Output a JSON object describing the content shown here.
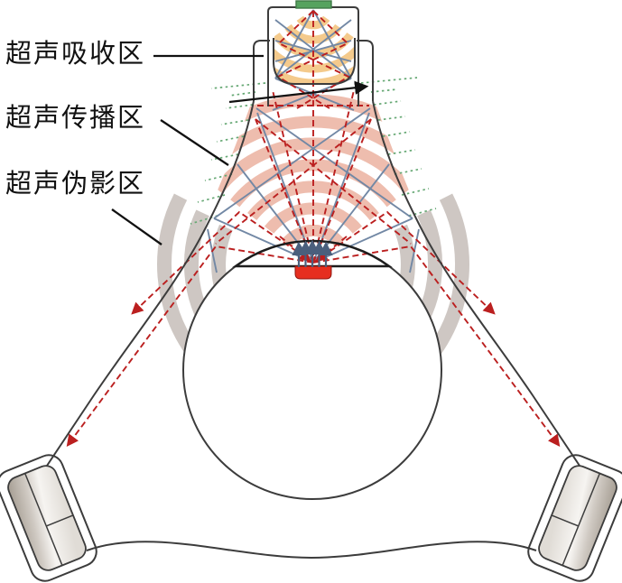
{
  "figure": {
    "type": "ultrasound-zone-diagram",
    "labels": [
      {
        "id": "absorption",
        "text": "超声吸收区"
      },
      {
        "id": "propagation",
        "text": "超声传播区"
      },
      {
        "id": "artifact",
        "text": "超声伪影区"
      }
    ],
    "colors": {
      "absorption_wave": "#f2c178",
      "propagation_wave": "#e7a18c",
      "artifact_wave": "#ccc5c0",
      "ray_solid_blue": "#7288a5",
      "ray_dashed_red": "#bb1f1f",
      "ray_dotted_green": "#66a874",
      "transducer_green": "#56a35f",
      "receiver_red": "#e62e1f",
      "lens_khaki": "#c9bc96",
      "body_outline": "#3c3c3c",
      "background": "#ffffff"
    }
  }
}
